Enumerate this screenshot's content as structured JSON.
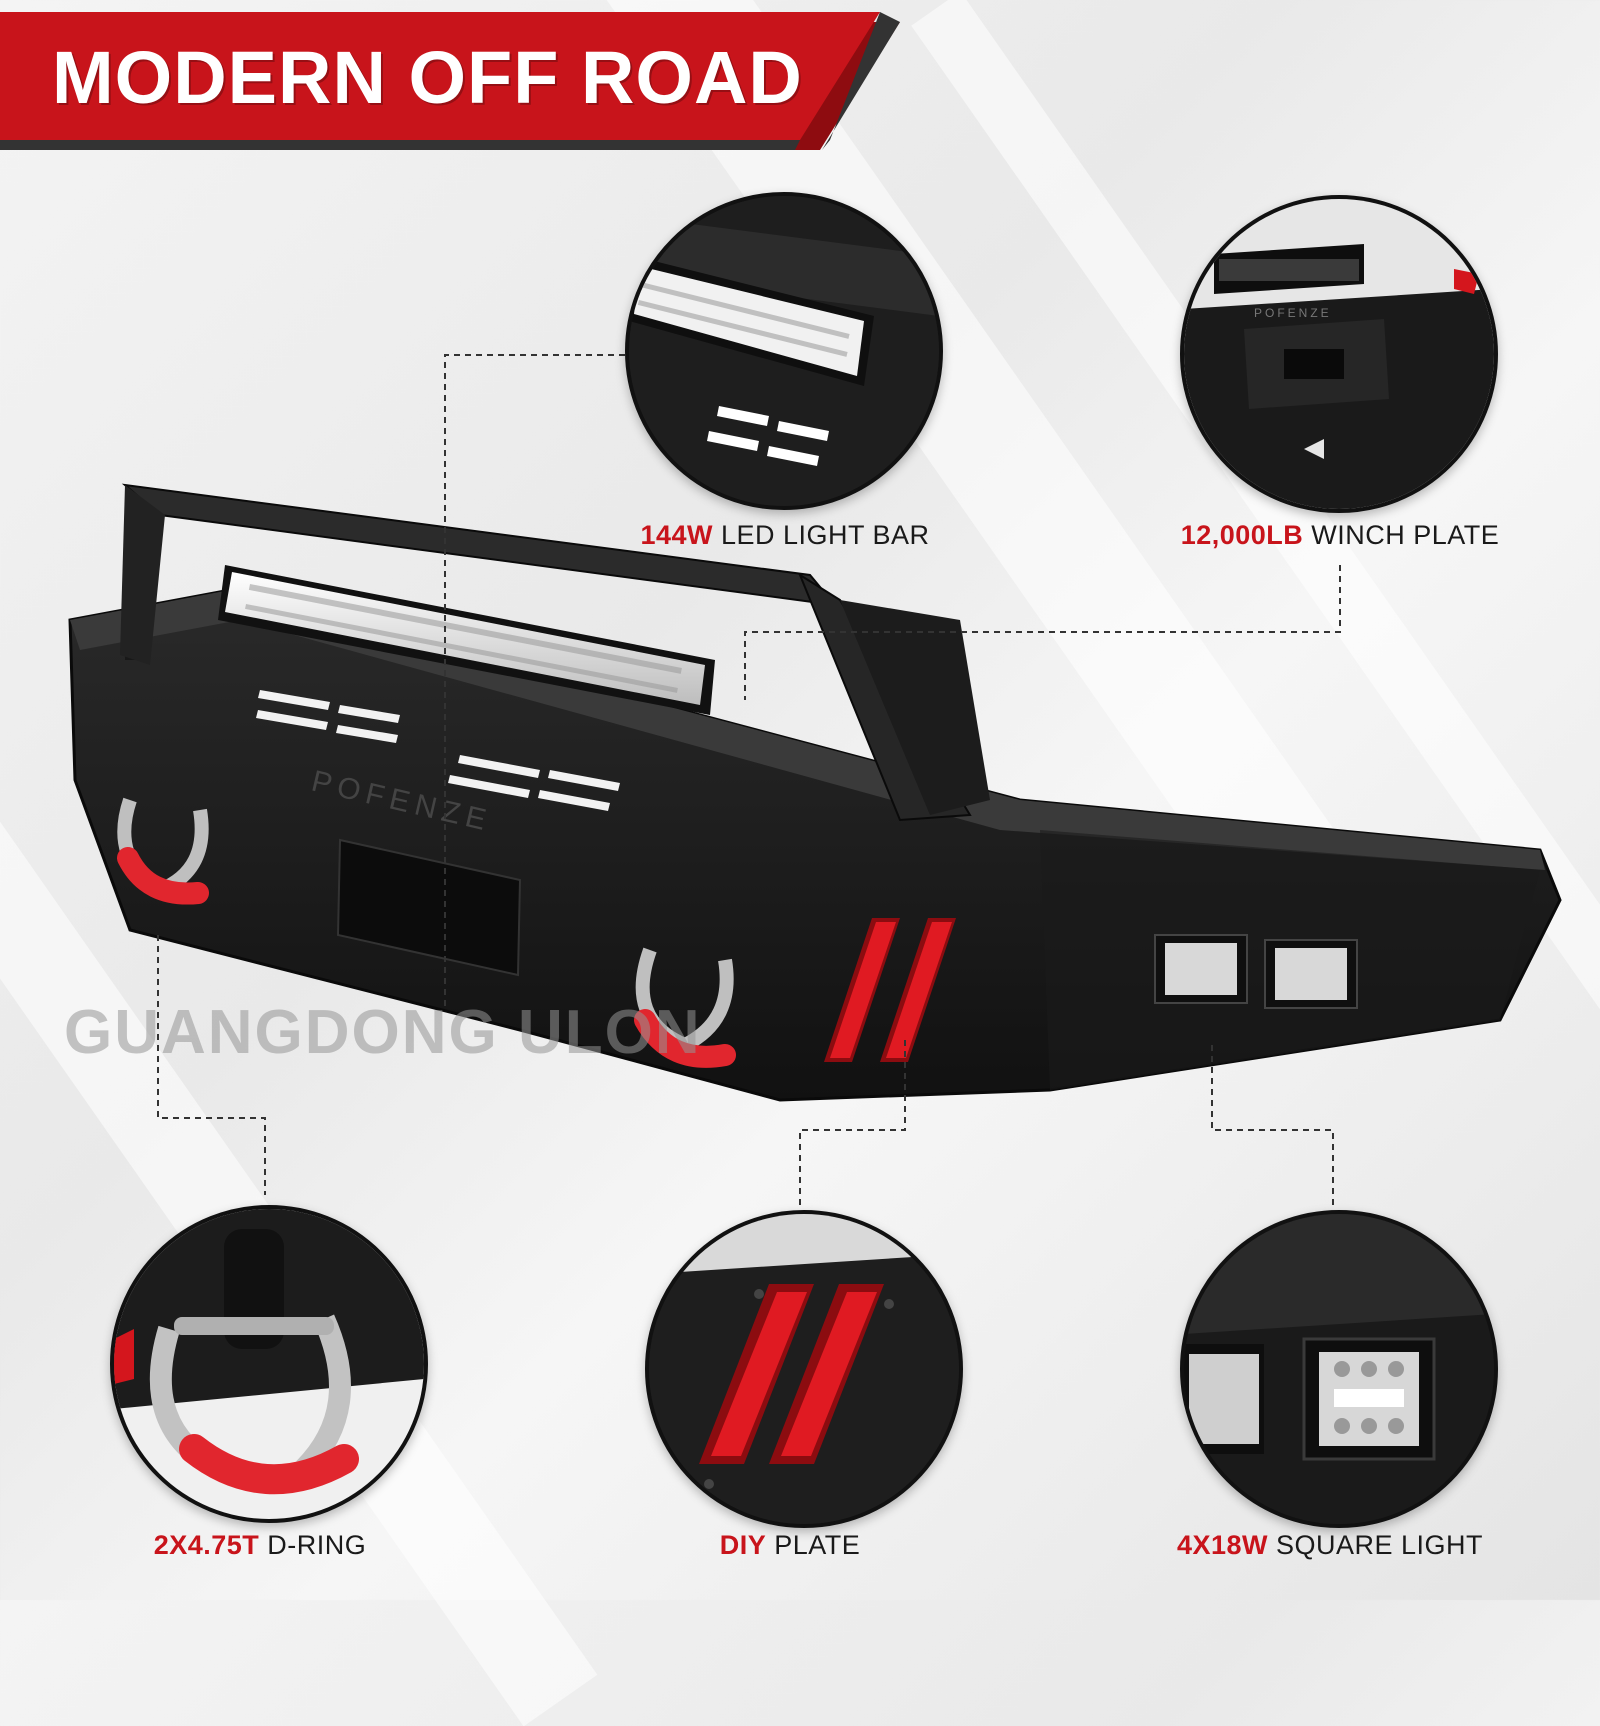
{
  "banner": {
    "title": "MODERN OFF ROAD"
  },
  "watermark": "GUANGDONG ULON",
  "brand_mark": "POFENZE",
  "colors": {
    "accent": "#c8141b",
    "body": "#1b1b1b",
    "background": "#eeeeee"
  },
  "features": [
    {
      "highlight": "144W",
      "text": " LED LIGHT BAR",
      "icon": "led-light-bar-icon"
    },
    {
      "highlight": "12,000LB",
      "text": " WINCH PLATE",
      "icon": "winch-plate-icon"
    },
    {
      "highlight": "2X4.75T",
      "text": " D-RING",
      "icon": "d-ring-shackle-icon"
    },
    {
      "highlight": "DIY",
      "text": " PLATE",
      "icon": "diy-plate-icon"
    },
    {
      "highlight": "4X18W",
      "text": " SQUARE LIGHT",
      "icon": "square-light-icon"
    }
  ]
}
